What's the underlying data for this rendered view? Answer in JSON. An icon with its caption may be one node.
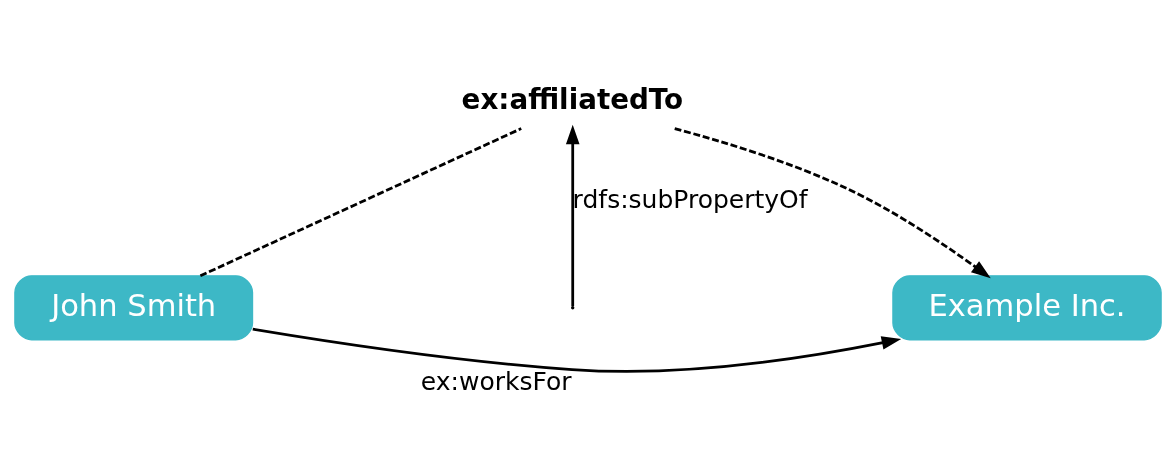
{
  "diagram": {
    "nodes": [
      {
        "text": [
          "John Smith"
        ]
      },
      {
        "text": [
          "Example Inc."
        ]
      },
      {
        "text": [
          "ex:affiliatedTo"
        ]
      }
    ],
    "edges": [
      {
        "from": 0,
        "to": 1,
        "arrow": "to",
        "label": "ex:worksFor"
      },
      {
        "from": 0,
        "to": 2,
        "arrow": "none",
        "style": "dashed"
      },
      {
        "from": 2,
        "to": 1,
        "arrow": "to",
        "style": "dashed"
      },
      {
        "from": null,
        "to": 2,
        "arrow": "to",
        "label": "rdfs:subPropertyOf"
      }
    ]
  }
}
